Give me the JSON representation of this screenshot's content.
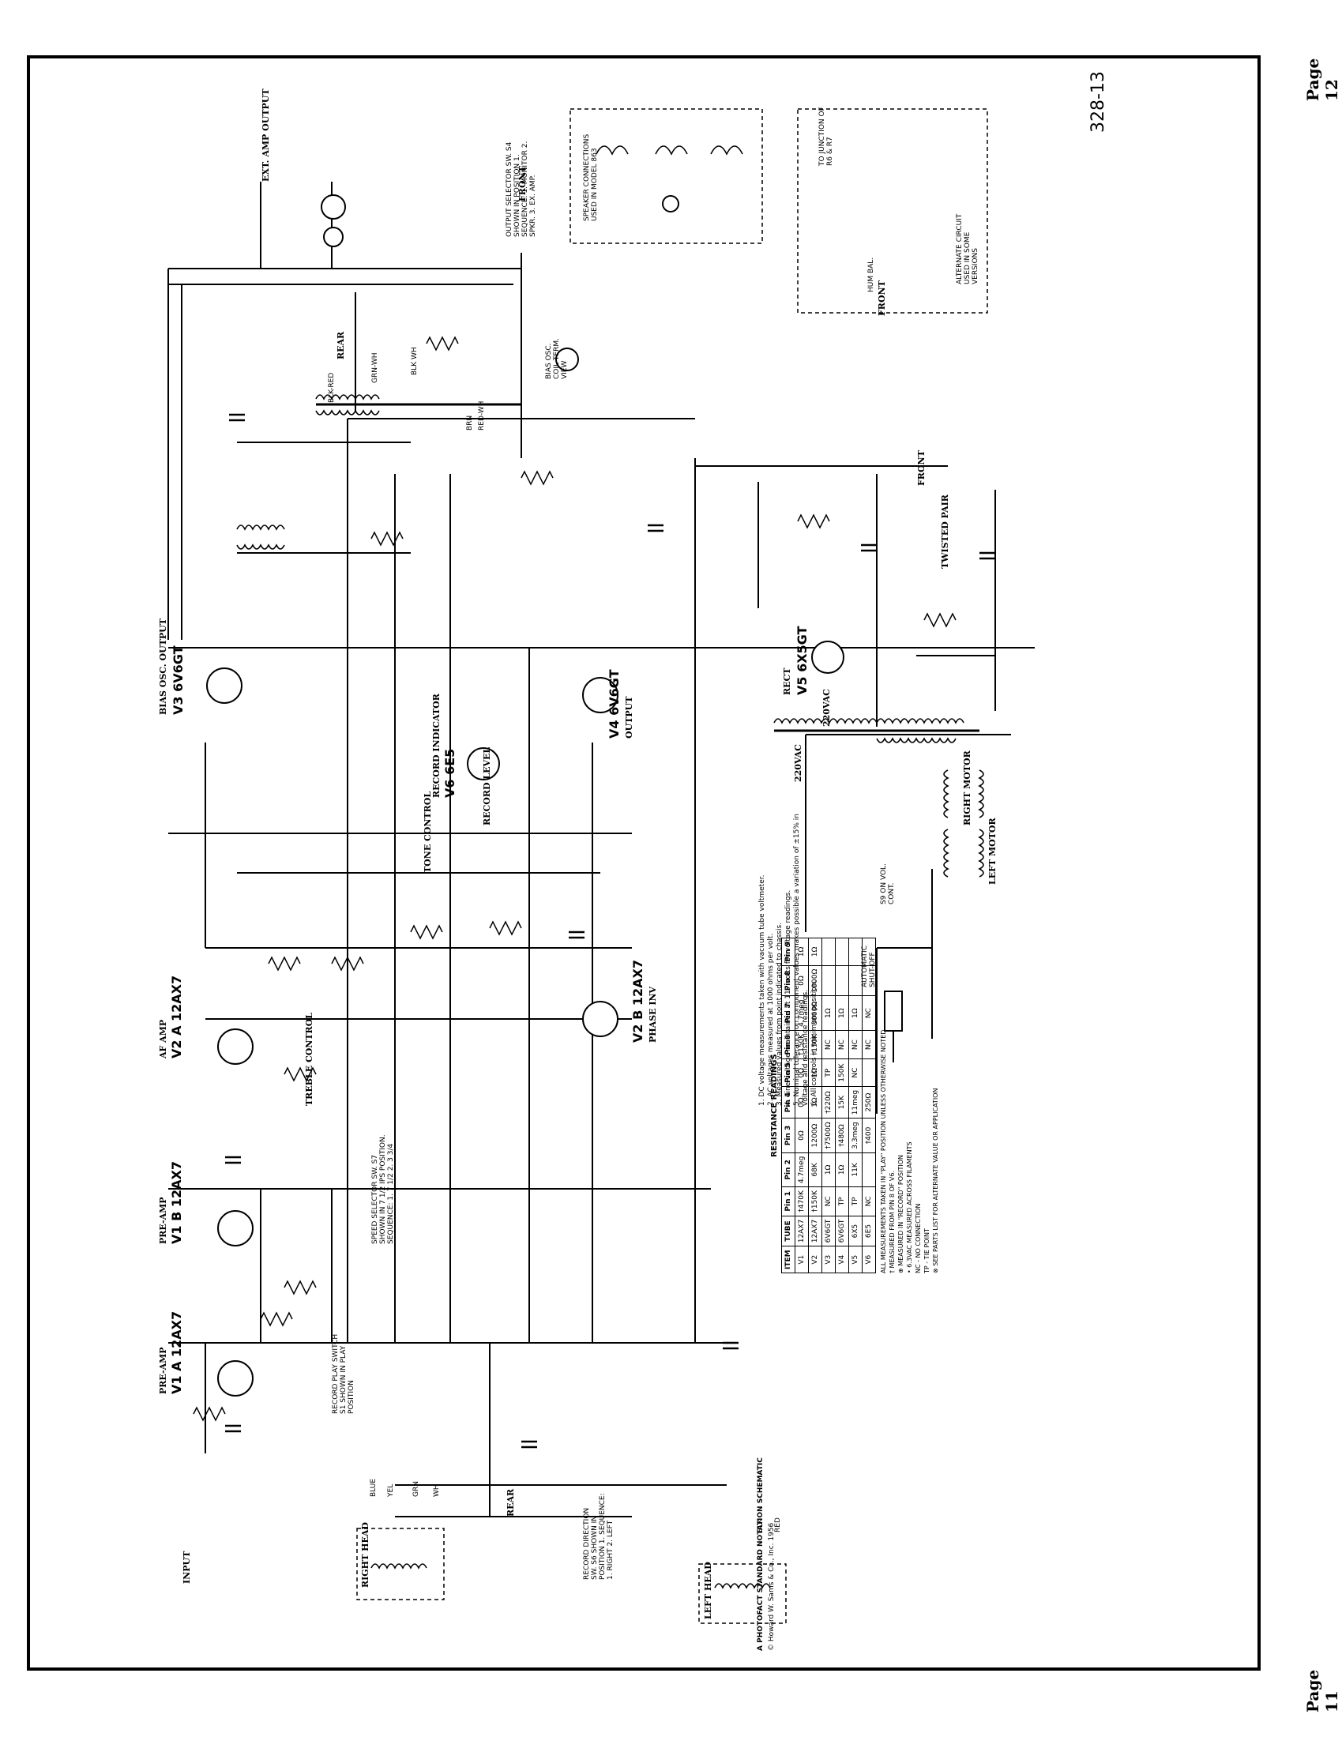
{
  "pages": {
    "left": "Page 11",
    "right": "Page 12"
  },
  "model_number": "328-13",
  "footer": {
    "title": "A PHOTOFACT STANDARD NOTATION SCHEMATIC",
    "copyright": "© Howard W. Sams & Co., Inc. 1956"
  },
  "tubes": {
    "v1": {
      "label": "V1 A 12AX7",
      "role": "PRE-AMP"
    },
    "v2": {
      "label": "V1 B 12AX7",
      "role": "PRE-AMP"
    },
    "v3": {
      "label": "V2 A 12AX7",
      "role": "AF AMP"
    },
    "v3b": {
      "label": "V2 B 12AX7",
      "role": "PHASE INV"
    },
    "v4": {
      "label": "V3 6V6GT",
      "role": "BIAS OSC. OUTPUT"
    },
    "v5": {
      "label": "V4 6V6GT",
      "role": "OUTPUT"
    },
    "v6": {
      "label": "V5 6X5GT",
      "role": "RECT"
    },
    "ind": {
      "label": "V6 6E5",
      "role": "RECORD INDICATOR"
    }
  },
  "labels": {
    "input": "INPUT",
    "right_head": "RIGHT HEAD",
    "left_head": "LEFT HEAD",
    "ext_amp": "EXT. AMP OUTPUT",
    "output_selector": "OUTPUT SELECTOR SW. S4 SHOWN IN POSITION 1. SEQUENCE: 1. MONITOR 2. SPKR. 3. EX. AMP.",
    "speaker_conn": "SPEAKER CONNECTIONS USED IN MODEL 863",
    "alternate": "ALTERNATE CIRCUIT USED IN SOME VERSIONS",
    "to_junction": "TO JUNCTION OF R6 & R7",
    "hum_bal": "HUM BAL.",
    "bias_osc": "BIAS OSC. COIL TERM. VIEW",
    "speed_sel": "SPEED SELECTOR SW. S7 SHOWN IN 7 1/2 IPS POSITION. SEQUENCE: 1. 7 1/2 2. 3 3/4",
    "rec_dir": "RECORD DIRECTION SW. S6 SHOWN IN POSITION 1. SEQUENCE: 1. RIGHT 2. LEFT",
    "record_play": "RECORD PLAY SWITCH S1 SHOWN IN PLAY POSITION",
    "treble": "TREBLE CONTROL",
    "tone": "TONE CONTROL",
    "record_level": "RECORD LEVEL",
    "twisted_pair": "TWISTED PAIR",
    "right_motor": "RIGHT MOTOR",
    "left_motor": "LEFT MOTOR",
    "auto_shutoff": "AUTOMATIC SHUT-OFF",
    "on_off": "S9 ON VOL. CONT.",
    "front": "FRONT",
    "rear": "REAR",
    "t1_primary": "220VAC",
    "t1_secondary": "220VAC"
  },
  "wire_colors": [
    "BLUE",
    "YEL",
    "GRN",
    "WH",
    "BLK",
    "RED",
    "BLK-RED",
    "BLK WH",
    "BRN",
    "RED-WH",
    "GRN-WH"
  ],
  "resistance_table": {
    "title": "RESISTANCE READINGS",
    "headers": [
      "ITEM",
      "TUBE",
      "Pin 1",
      "Pin 2",
      "Pin 3",
      "Pin 4",
      "Pin 5",
      "Pin 6",
      "Pin 7",
      "Pin 8",
      "Pin 9"
    ],
    "rows": [
      [
        "V1",
        "12AX7",
        "†470K",
        "4.7meg",
        "0Ω",
        "0Ω",
        "0Ω",
        "†150K",
        "4.7meg",
        "0Ω",
        "1Ω"
      ],
      [
        "V2",
        "12AX7",
        "†150K",
        "68K",
        "1200Ω",
        "1Ω",
        "1Ω",
        "†150K",
        "3000Ω",
        "1000Ω",
        "1Ω"
      ],
      [
        "V3",
        "6V6GT",
        "NC",
        "1Ω",
        "†7500Ω",
        "†220Ω",
        "TP",
        "NC",
        "1Ω",
        "",
        ""
      ],
      [
        "V4",
        "6V6GT",
        "TP",
        "1Ω",
        "†480Ω",
        "15K",
        "150K",
        "NC",
        "1Ω",
        "",
        ""
      ],
      [
        "V5",
        "6X5",
        "TP",
        "11K",
        "3.3meg",
        "11meg",
        "NC",
        "NC",
        "1Ω",
        "",
        ""
      ],
      [
        "V6",
        "6E5",
        "NC",
        "",
        "†400",
        "250Ω",
        "",
        "NC",
        "NC",
        "",
        ""
      ]
    ],
    "notes": [
      "ALL MEASUREMENTS TAKEN IN \"PLAY\" POSITION UNLESS OTHERWISE NOTED.",
      "† MEASURED FROM PIN 8 OF V6.",
      "⊕ MEASURED IN \"RECORD\" POSITION",
      "• 6.3VAC MEASURED ACROSS FILAMENTS",
      "NC - NO CONNECTION",
      "TP - TIE POINT",
      "⊗ SEE PARTS LIST FOR ALTERNATE VALUE OR APPLICATION"
    ]
  },
  "voltage_notes": [
    "1. DC voltage measurements taken with vacuum tube voltmeter.",
    "2. AC voltages measured at 1000 ohms per volt.",
    "3. Measured values from point indicated to chassis.",
    "4. Line voltage maintained at 117 volts for voltage readings.",
    "5. Nominal tolerance on component values makes possible a variation of ±15% in voltage and resistance readings.",
    "6. All controls in minimum position."
  ]
}
